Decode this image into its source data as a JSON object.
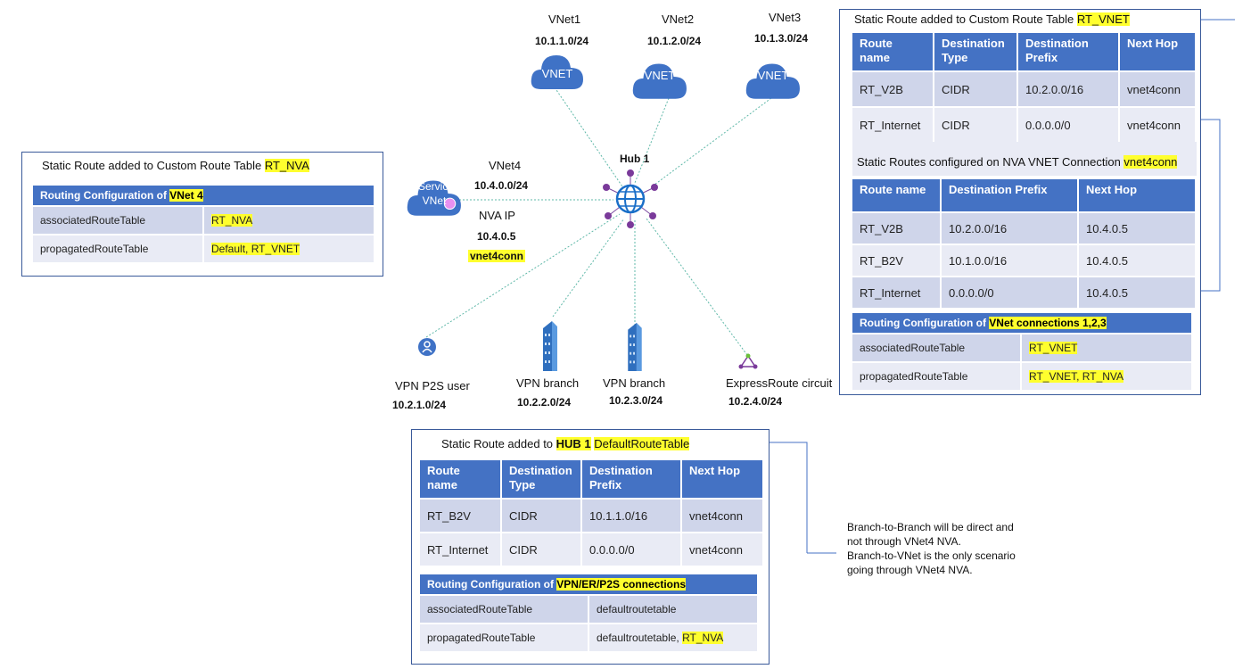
{
  "diagram": {
    "vnets": [
      {
        "name": "VNet1",
        "cidr": "10.1.1.0/24",
        "icon_text": "VNET"
      },
      {
        "name": "VNet2",
        "cidr": "10.1.2.0/24",
        "icon_text": "VNET"
      },
      {
        "name": "VNet3",
        "cidr": "10.1.3.0/24",
        "icon_text": "VNET"
      }
    ],
    "vnet4": {
      "name": "VNet4",
      "cidr": "10.4.0.0/24",
      "icon_text_1": "Service",
      "icon_text_2": "VNet",
      "nva_label": "NVA IP",
      "nva_ip": "10.4.0.5",
      "connection": "vnet4conn"
    },
    "hub": {
      "name": "Hub 1",
      "icon": "globe-icon"
    },
    "branches": [
      {
        "name": "VPN P2S user",
        "cidr": "10.2.1.0/24",
        "icon": "user-icon"
      },
      {
        "name": "VPN branch",
        "cidr": "10.2.2.0/24",
        "icon": "building-icon"
      },
      {
        "name": "VPN branch",
        "cidr": "10.2.3.0/24",
        "icon": "building-icon"
      },
      {
        "name": "ExpressRoute circuit",
        "cidr": "10.2.4.0/24",
        "icon": "expressroute-icon"
      }
    ],
    "colors": {
      "accent": "#4472c4",
      "highlight": "#ffff2e",
      "cloud": "#3f72c6",
      "link": "#5fb8a8"
    }
  },
  "rt_nva_panel": {
    "title_prefix": "Static Route added to Custom Route Table ",
    "title_hl": "RT_NVA",
    "config_prefix": "Routing Configuration of ",
    "config_hl": "VNet 4",
    "associated_label": "associatedRouteTable",
    "associated_value": "RT_NVA",
    "propagated_label": "propagatedRouteTable",
    "propagated_value": "Default, RT_VNET"
  },
  "rt_vnet_panel": {
    "title_prefix": "Static Route added to Custom Route Table ",
    "title_hl": "RT_VNET",
    "headers": [
      "Route name",
      "Destination Type",
      "Destination Prefix",
      "Next Hop"
    ],
    "rows": [
      [
        "RT_V2B",
        "CIDR",
        "10.2.0.0/16",
        "vnet4conn"
      ],
      [
        "RT_Internet",
        "CIDR",
        "0.0.0.0/0",
        "vnet4conn"
      ]
    ],
    "nva_title_prefix": "Static Routes configured on NVA VNET Connection ",
    "nva_title_hl": "vnet4conn",
    "nva_headers": [
      "Route name",
      "Destination  Prefix",
      "Next Hop"
    ],
    "nva_rows": [
      [
        "RT_V2B",
        "10.2.0.0/16",
        "10.4.0.5"
      ],
      [
        "RT_B2V",
        "10.1.0.0/16",
        "10.4.0.5"
      ],
      [
        "RT_Internet",
        "0.0.0.0/0",
        "10.4.0.5"
      ]
    ],
    "config_prefix": "Routing Configuration of ",
    "config_hl": "VNet connections 1,2,3",
    "associated_label": "associatedRouteTable",
    "associated_value": "RT_VNET",
    "propagated_label": "propagatedRouteTable",
    "propagated_value": "RT_VNET, RT_NVA"
  },
  "hub_panel": {
    "title_prefix": "Static Route added to ",
    "title_hl1": "HUB 1",
    "title_hl2": "DefaultRouteTable",
    "headers": [
      "Route name",
      "Destination Type",
      "Destination Prefix",
      "Next Hop"
    ],
    "rows": [
      [
        "RT_B2V",
        "CIDR",
        "10.1.1.0/16",
        "vnet4conn"
      ],
      [
        "RT_Internet",
        "CIDR",
        "0.0.0.0/0",
        "vnet4conn"
      ]
    ],
    "config_prefix": "Routing Configuration of ",
    "config_hl": "VPN/ER/P2S connections",
    "associated_label": "associatedRouteTable",
    "associated_value": "defaultroutetable",
    "propagated_label": "propagatedRouteTable",
    "propagated_value_prefix": "defaultroutetable, ",
    "propagated_value_hl": "RT_NVA"
  },
  "note": {
    "lines": [
      "Branch-to-Branch will be direct and",
      "not through VNet4 NVA.",
      "Branch-to-VNet is the only scenario",
      "going through VNet4 NVA."
    ]
  }
}
